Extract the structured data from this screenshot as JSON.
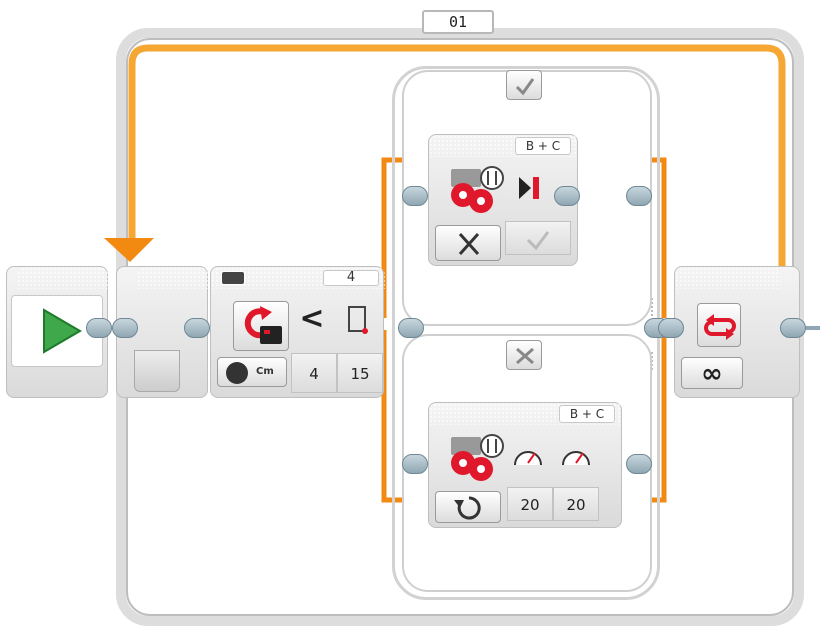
{
  "loop": {
    "name": "01",
    "mode_icon": "infinity-icon",
    "end_icon": "loop-arrows-icon"
  },
  "start_block": {
    "icon": "play-icon"
  },
  "sensor_block": {
    "port": "4",
    "compare_symbol": "<",
    "threshold": "4",
    "threshold2": "15",
    "units": "Cm",
    "mode_icon": "ultrasonic-sensor-icon"
  },
  "switch": {
    "true_case_icon": "check-icon",
    "false_case_icon": "x-icon"
  },
  "motor_stop": {
    "ports": "B + C",
    "brake_icon": "x-icon",
    "play_stop_icon": "stop-icon"
  },
  "motor_on": {
    "ports": "B + C",
    "steering": "20",
    "power": "20",
    "mode_icon": "on-icon"
  },
  "colors": {
    "orange": "#f28a12",
    "green": "#7cb82a",
    "gray": "#dddddd"
  }
}
